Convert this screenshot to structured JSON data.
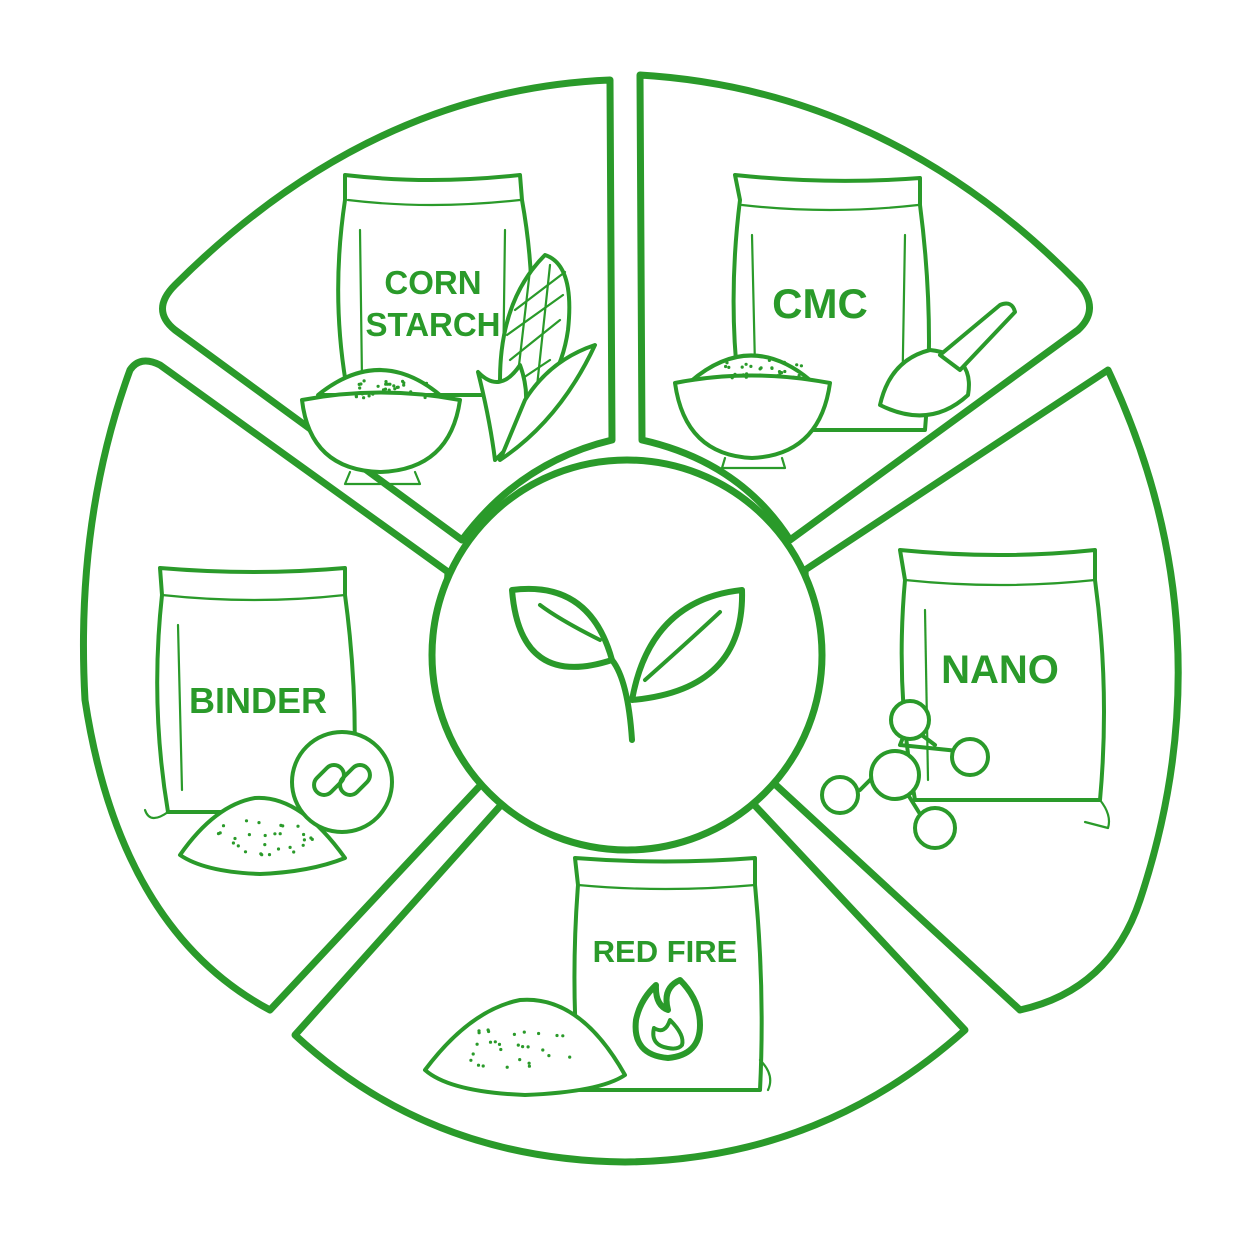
{
  "colors": {
    "green": "#2a9a2a"
  },
  "segments": [
    {
      "id": "corn-starch",
      "label_lines": [
        "CORN",
        "STARCH"
      ]
    },
    {
      "id": "cmc",
      "label_lines": [
        "CMC"
      ]
    },
    {
      "id": "nano",
      "label_lines": [
        "NANO"
      ]
    },
    {
      "id": "red-fire",
      "label_lines": [
        "RED FIRE"
      ]
    },
    {
      "id": "binder",
      "label_lines": [
        "BINDER"
      ]
    }
  ],
  "center": {
    "icon": "leaf-sprout-icon"
  }
}
